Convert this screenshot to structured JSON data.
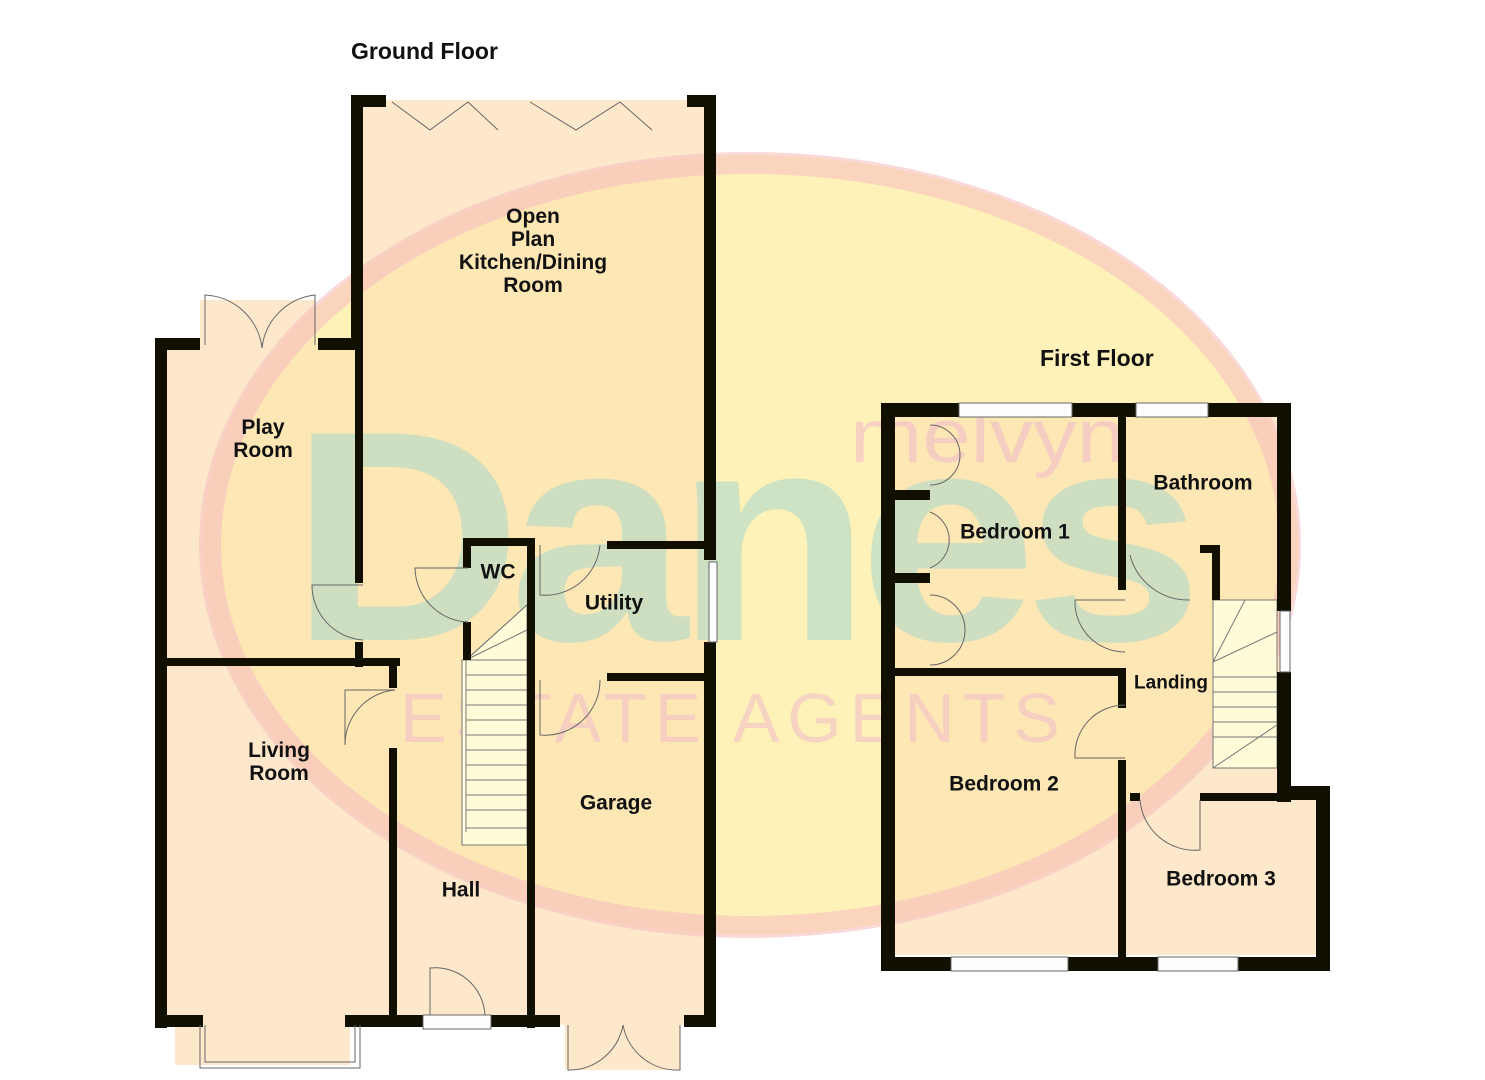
{
  "floors": {
    "ground": {
      "title": "Ground Floor",
      "rooms": {
        "kitchen": "Open\nPlan\nKitchen/Dining\nRoom",
        "play_room": "Play\nRoom",
        "wc": "WC",
        "utility": "Utility",
        "living_room": "Living\nRoom",
        "garage": "Garage",
        "hall": "Hall"
      }
    },
    "first": {
      "title": "First Floor",
      "rooms": {
        "bedroom1": "Bedroom 1",
        "bathroom": "Bathroom",
        "landing": "Landing",
        "bedroom2": "Bedroom 2",
        "bedroom3": "Bedroom 3"
      }
    }
  },
  "watermark": {
    "brand_top": "melvyn",
    "brand_main": "Danes",
    "brand_sub": "ESTATE AGENTS"
  },
  "colors": {
    "wall": "#111000",
    "room_fill_light": "#fde9cf",
    "room_fill_yellow": "#fdeaaa",
    "ellipse_fill": "#fffbd0",
    "ellipse_ring": "#f6c6c6",
    "watermark_teal": "#9ed8d0",
    "watermark_pink": "#f2b6c8",
    "stair_fill": "#fffbd8"
  }
}
